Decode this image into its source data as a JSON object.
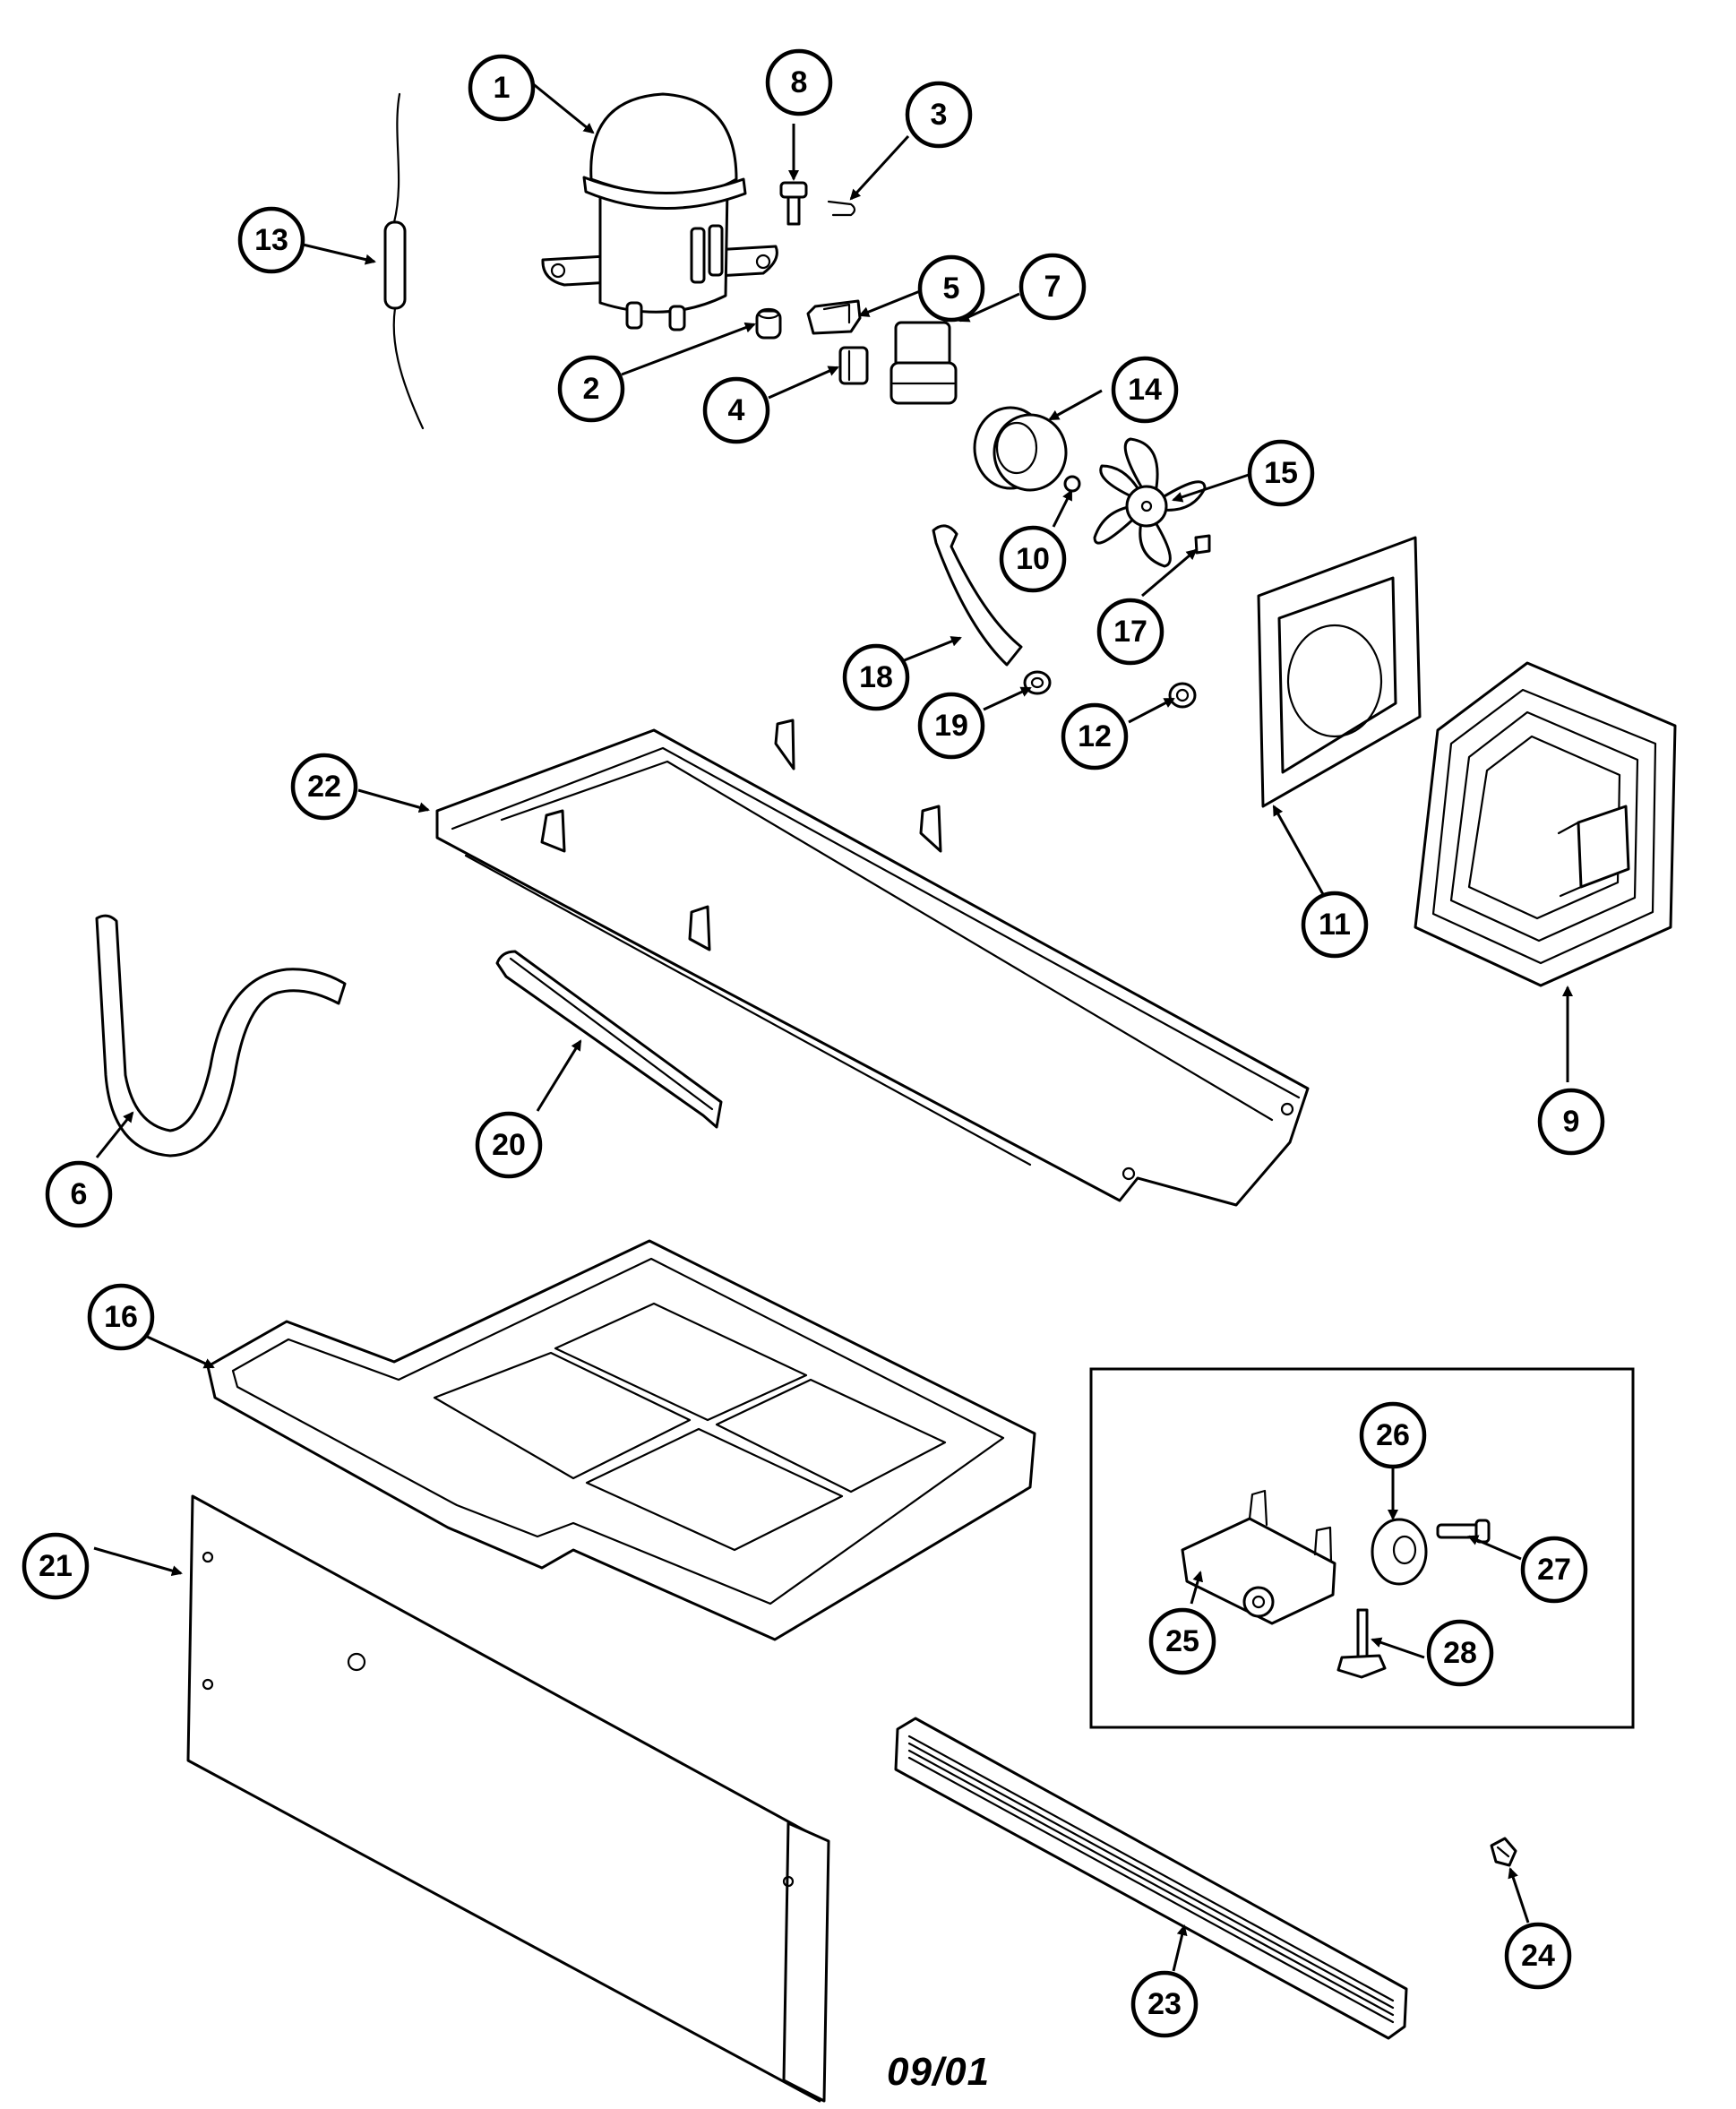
{
  "diagram": {
    "date_code": "09/01",
    "callouts": [
      {
        "id": "c1",
        "label": "1"
      },
      {
        "id": "c2",
        "label": "2"
      },
      {
        "id": "c3",
        "label": "3"
      },
      {
        "id": "c4",
        "label": "4"
      },
      {
        "id": "c5",
        "label": "5"
      },
      {
        "id": "c6",
        "label": "6"
      },
      {
        "id": "c7",
        "label": "7"
      },
      {
        "id": "c8",
        "label": "8"
      },
      {
        "id": "c9",
        "label": "9"
      },
      {
        "id": "c10",
        "label": "10"
      },
      {
        "id": "c11",
        "label": "11"
      },
      {
        "id": "c12",
        "label": "12"
      },
      {
        "id": "c13",
        "label": "13"
      },
      {
        "id": "c14",
        "label": "14"
      },
      {
        "id": "c15",
        "label": "15"
      },
      {
        "id": "c16",
        "label": "16"
      },
      {
        "id": "c17",
        "label": "17"
      },
      {
        "id": "c18",
        "label": "18"
      },
      {
        "id": "c19",
        "label": "19"
      },
      {
        "id": "c20",
        "label": "20"
      },
      {
        "id": "c21",
        "label": "21"
      },
      {
        "id": "c22",
        "label": "22"
      },
      {
        "id": "c23",
        "label": "23"
      },
      {
        "id": "c24",
        "label": "24"
      },
      {
        "id": "c25",
        "label": "25"
      },
      {
        "id": "c26",
        "label": "26"
      },
      {
        "id": "c27",
        "label": "27"
      },
      {
        "id": "c28",
        "label": "28"
      }
    ]
  }
}
